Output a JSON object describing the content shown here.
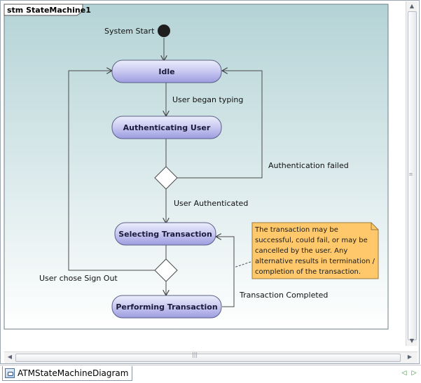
{
  "frame": {
    "tab": "stm StateMachine1"
  },
  "states": [
    {
      "id": "idle",
      "label": "Idle"
    },
    {
      "id": "auth",
      "label": "Authenticating User"
    },
    {
      "id": "select",
      "label": "Selecting Transaction"
    },
    {
      "id": "perform",
      "label": "Performing Transaction"
    }
  ],
  "labels": {
    "system_start": "System Start",
    "user_began_typing": "User began typing",
    "authentication_failed": "Authentication failed",
    "user_authenticated": "User Authenticated",
    "user_chose_sign_out": "User chose Sign Out",
    "transaction_completed": "Transaction Completed"
  },
  "note": {
    "lines": [
      "The transaction may be",
      "successful, could fail, or may be",
      "cancelled by the user. Any",
      "alternative results in termination /",
      "completion of the transaction."
    ]
  },
  "tab": {
    "label": "ATMStateMachineDiagram"
  },
  "colors": {
    "state_fill_top": "#eceefb",
    "state_fill_bottom": "#9c9ce0",
    "state_stroke": "#5a5f88",
    "note_fill": "#ffc96b",
    "note_stroke": "#9a7a3a",
    "canvas_top": "#b4d3d6",
    "canvas_bottom": "#ffffff"
  }
}
